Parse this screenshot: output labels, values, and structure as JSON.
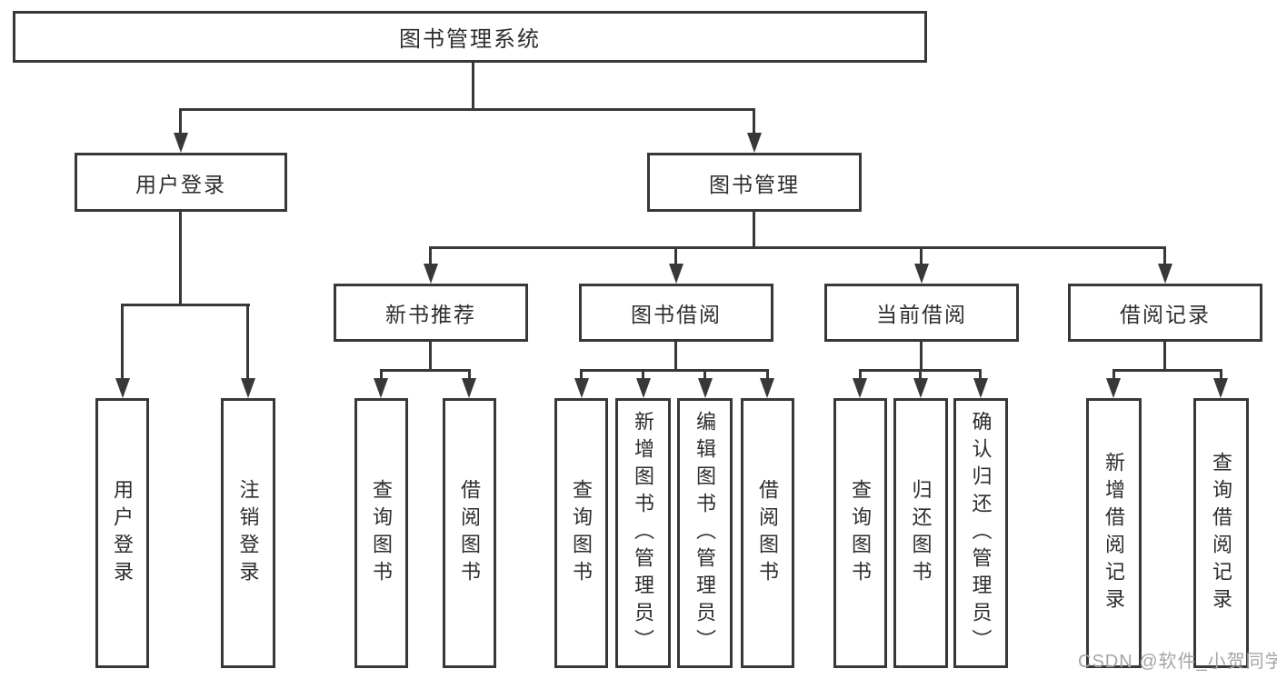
{
  "tree": {
    "label": "图书管理系统",
    "children": [
      {
        "label": "用户登录",
        "children": [
          {
            "label": "用户登录"
          },
          {
            "label": "注销登录"
          }
        ]
      },
      {
        "label": "图书管理",
        "children": [
          {
            "label": "新书推荐",
            "children": [
              {
                "label": "查询图书"
              },
              {
                "label": "借阅图书"
              }
            ]
          },
          {
            "label": "图书借阅",
            "children": [
              {
                "label": "查询图书"
              },
              {
                "label": "新增图书（管理员）"
              },
              {
                "label": "编辑图书（管理员）"
              },
              {
                "label": "借阅图书"
              }
            ]
          },
          {
            "label": "当前借阅",
            "children": [
              {
                "label": "查询图书"
              },
              {
                "label": "归还图书"
              },
              {
                "label": "确认归还（管理员）"
              }
            ]
          },
          {
            "label": "借阅记录",
            "children": [
              {
                "label": "新增借阅记录"
              },
              {
                "label": "查询借阅记录"
              }
            ]
          }
        ]
      }
    ]
  },
  "watermark": {
    "text": "CSDN @软件_小贺同学"
  },
  "colors": {
    "line": "#383838",
    "text": "#2d2d2d",
    "watermark": "#a5a5a5",
    "background": "#ffffff",
    "box-fill": "#ffffff"
  }
}
